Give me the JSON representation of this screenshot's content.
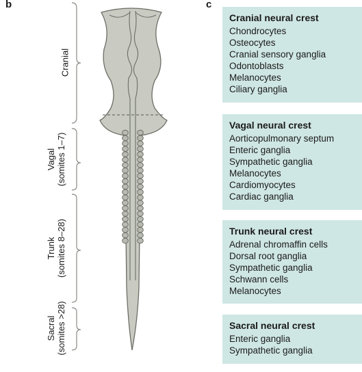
{
  "panels": {
    "b": "b",
    "c": "c"
  },
  "regions": {
    "cranial": {
      "line1": "Cranial",
      "line2": ""
    },
    "vagal": {
      "line1": "Vagal",
      "line2": "(somites 1–7)"
    },
    "trunk": {
      "line1": "Trunk",
      "line2": "(somites 8–28)"
    },
    "sacral": {
      "line1": "Sacral",
      "line2": "(somites >28)"
    }
  },
  "derivatives": [
    {
      "title": "Cranial neural crest",
      "items": [
        "Chondrocytes",
        "Osteocytes",
        "Cranial sensory ganglia",
        "Odontoblasts",
        "Melanocytes",
        "Ciliary ganglia"
      ]
    },
    {
      "title": "Vagal neural crest",
      "items": [
        "Aorticopulmonary septum",
        "Enteric ganglia",
        "Sympathetic ganglia",
        "Melanocytes",
        "Cardiomyocytes",
        "Cardiac ganglia"
      ]
    },
    {
      "title": "Trunk neural crest",
      "items": [
        "Adrenal chromaffin cells",
        "Dorsal root ganglia",
        "Sympathetic ganglia",
        "Schwann cells",
        "Melanocytes"
      ]
    },
    {
      "title": "Sacral neural crest",
      "items": [
        "Enteric ganglia",
        "Sympathetic ganglia"
      ]
    }
  ],
  "colors": {
    "embryo_fill": "#c9cbc2",
    "embryo_stroke": "#6b6e66",
    "box_fill": "#cfe7e4"
  }
}
